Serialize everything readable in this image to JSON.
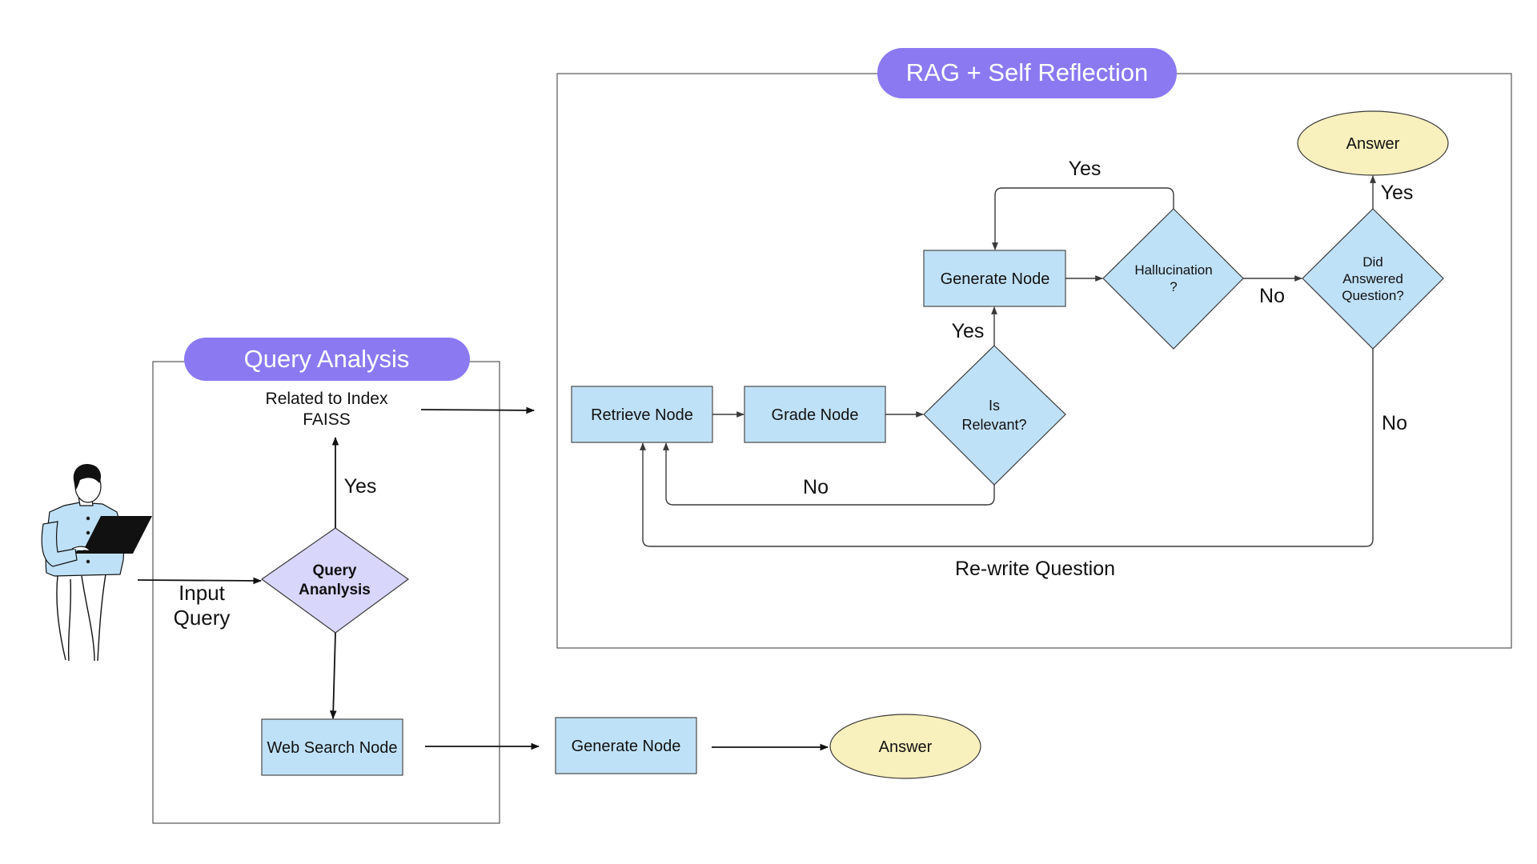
{
  "colors": {
    "pill": "#8b79f2",
    "node_fill": "#bfe1f7",
    "query_diamond_fill": "#d8d6fb",
    "answer_fill": "#f8f0bd",
    "laptop": "#111111",
    "shirt": "#bfe1f7"
  },
  "icons": {
    "user": "person-with-laptop-icon"
  },
  "query_analysis": {
    "title": "Query Analysis",
    "index_label_line1": "Related to Index",
    "index_label_line2": "FAISS",
    "diamond_line1": "Query",
    "diamond_line2": "Ananlysis",
    "yes_label": "Yes",
    "web_search_node": "Web Search Node",
    "input_line1": "Input",
    "input_line2": "Query"
  },
  "rag": {
    "title": "RAG + Self Reflection",
    "retrieve_node": "Retrieve Node",
    "grade_node": "Grade Node",
    "relevant_line1": "Is",
    "relevant_line2": "Relevant?",
    "generate_node": "Generate Node",
    "hallucination_line1": "Hallucination",
    "hallucination_line2": "?",
    "answered_line1": "Did",
    "answered_line2": "Answered",
    "answered_line3": "Question?",
    "answer": "Answer",
    "yes_hallucination": "Yes",
    "yes_relevant": "Yes",
    "yes_answered": "Yes",
    "no_relevant": "No",
    "no_hallucination": "No",
    "no_answered": "No",
    "rewrite": "Re-write Question"
  },
  "bottom": {
    "generate_node": "Generate Node",
    "answer": "Answer"
  }
}
